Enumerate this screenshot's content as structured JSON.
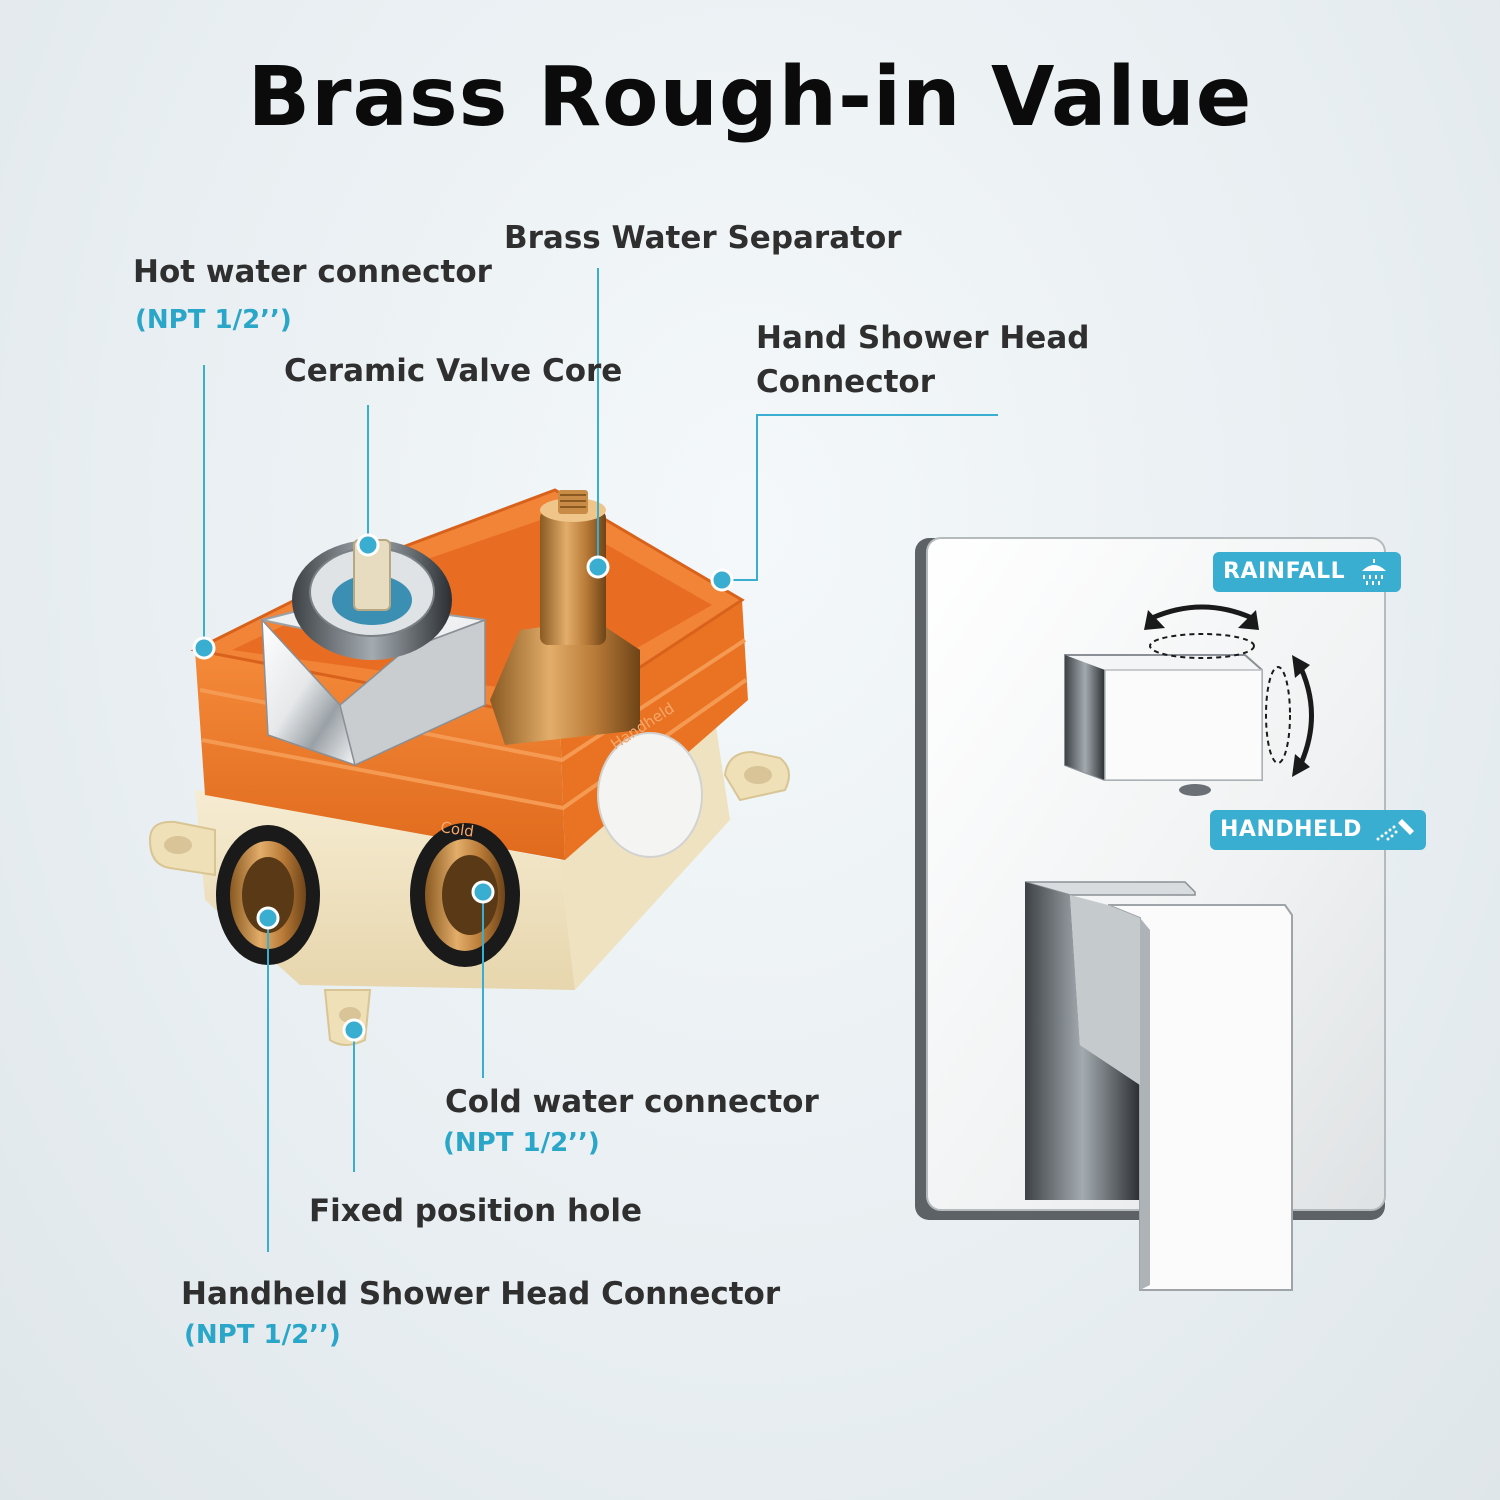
{
  "title": "Brass Rough-in Value",
  "callouts": {
    "hot_water": {
      "label": "Hot water connector",
      "spec": "(NPT 1/2’’)"
    },
    "ceramic_core": {
      "label": "Ceramic Valve Core"
    },
    "brass_separator": {
      "label": "Brass Water Separator"
    },
    "hand_shower_connector": {
      "label_line1": "Hand Shower Head",
      "label_line2": "Connector"
    },
    "cold_water": {
      "label": "Cold water connector",
      "spec": "(NPT 1/2’’)"
    },
    "fixed_hole": {
      "label": "Fixed position hole"
    },
    "handheld_connector": {
      "label": "Handheld Shower  Head Connector",
      "spec": "(NPT 1/2’’)"
    }
  },
  "trim_plate": {
    "rainfall_badge": "RAINFALL",
    "handheld_badge": "HANDHELD",
    "rainfall_icon": "rain-shower-icon",
    "handheld_icon": "hand-shower-icon"
  },
  "box_embossing": {
    "handheld": "Handheld",
    "cold": "Cold"
  },
  "colors": {
    "accent": "#3aaed0",
    "box_orange": "#ef7a2a",
    "box_base": "#f1e4c4",
    "chrome": "#d7dadd"
  }
}
